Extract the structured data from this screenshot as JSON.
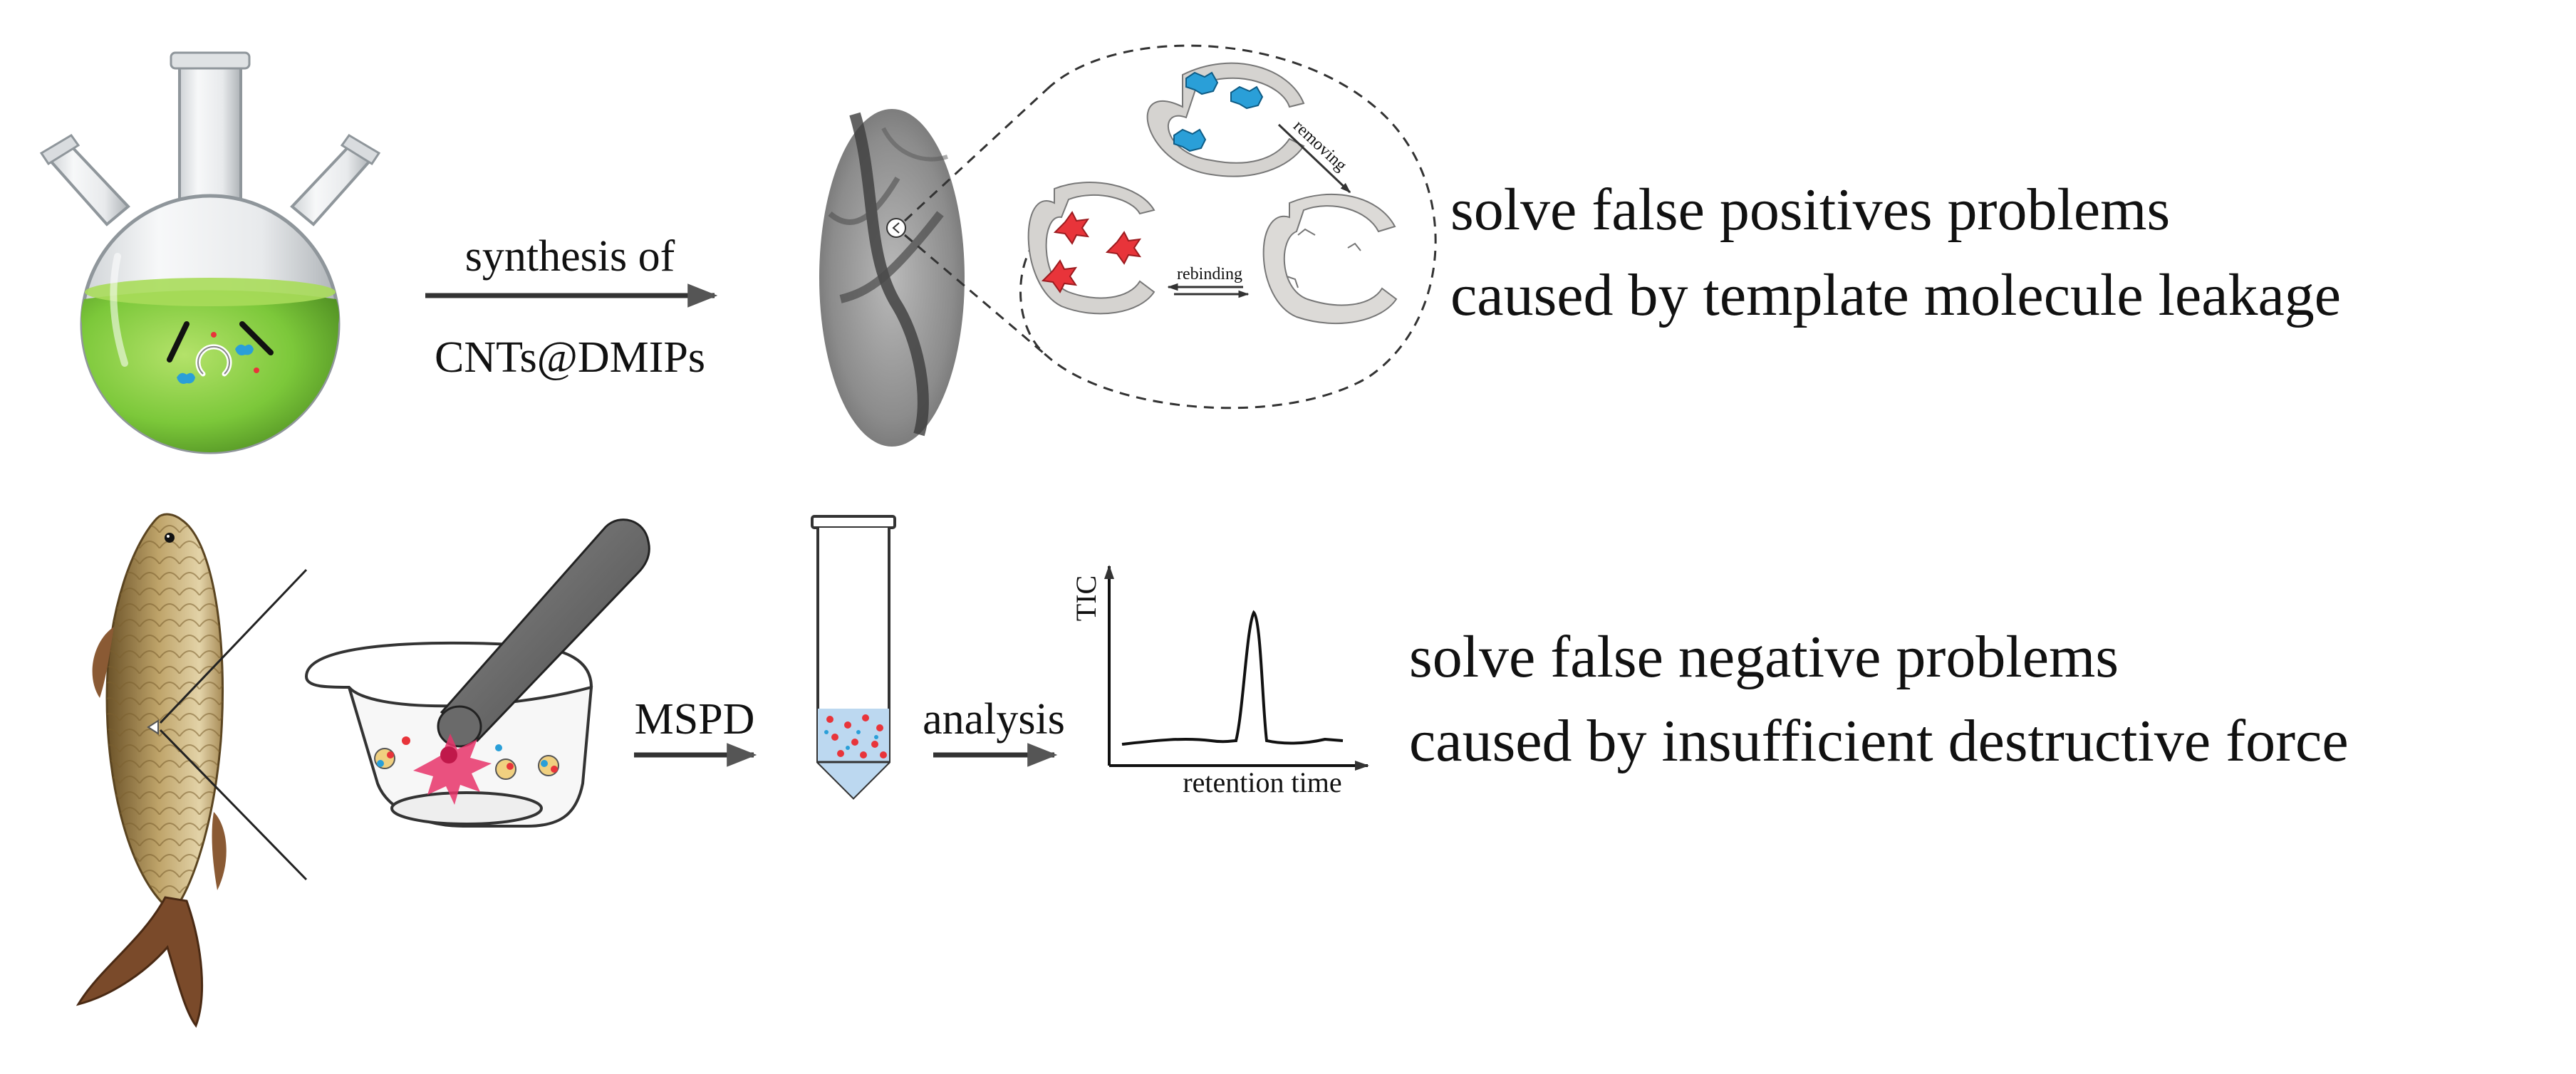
{
  "row1": {
    "arrow_label_top": "synthesis of",
    "arrow_label_bottom": "CNTs@DMIPs",
    "bubble": {
      "removing": "removing",
      "rebinding": "rebinding"
    },
    "result": {
      "line1": "solve false positives problems",
      "line2": "caused by template molecule leakage"
    }
  },
  "row2": {
    "step1_label": "MSPD",
    "step2_label": "analysis",
    "chromatogram": {
      "y_axis_label": "TIC",
      "x_axis_label": "retention time"
    },
    "result": {
      "line1": "solve false negative problems",
      "line2": "caused by insufficient destructive force"
    }
  },
  "colors": {
    "liquid": "#7cc83a",
    "template_molecule": "#2a9fd8",
    "analyte_molecule": "#e8343a",
    "arrow": "#333333"
  }
}
